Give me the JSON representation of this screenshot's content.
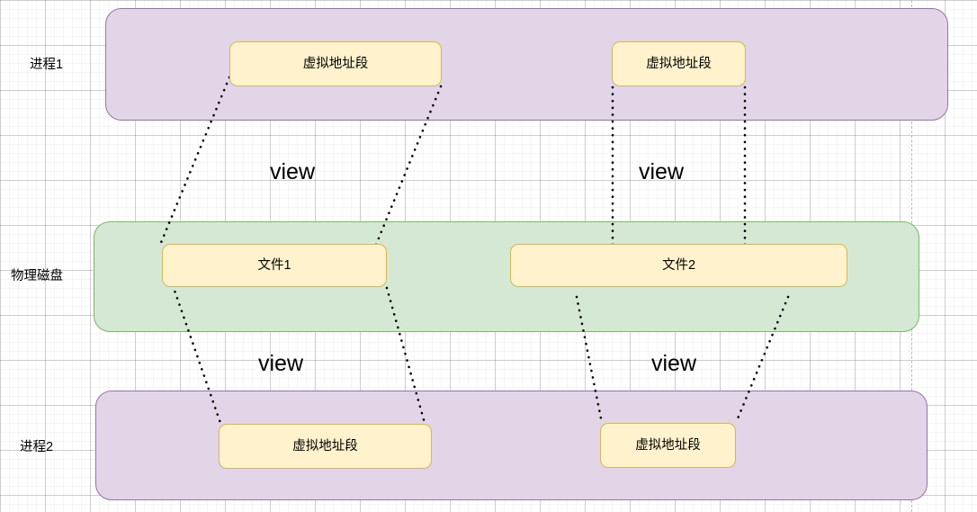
{
  "diagram": {
    "title_text_present": false,
    "lanes": [
      {
        "id": "process1",
        "label": "进程1",
        "kind": "process",
        "fill": "#e1d5e7",
        "stroke": "#9673a6"
      },
      {
        "id": "disk",
        "label": "物理磁盘",
        "kind": "disk",
        "fill": "#d5e8d4",
        "stroke": "#82b366"
      },
      {
        "id": "process2",
        "label": "进程2",
        "kind": "process",
        "fill": "#e1d5e7",
        "stroke": "#9673a6"
      }
    ],
    "nodes": [
      {
        "id": "p1-seg-a",
        "label": "虚拟地址段",
        "lane": "process1"
      },
      {
        "id": "p1-seg-b",
        "label": "虚拟地址段",
        "lane": "process1"
      },
      {
        "id": "file1",
        "label": "文件1",
        "lane": "disk"
      },
      {
        "id": "file2",
        "label": "文件2",
        "lane": "disk"
      },
      {
        "id": "p2-seg-a",
        "label": "虚拟地址段",
        "lane": "process2"
      },
      {
        "id": "p2-seg-b",
        "label": "虚拟地址段",
        "lane": "process2"
      }
    ],
    "edge_labels": [
      {
        "id": "view-top-left",
        "label": "view"
      },
      {
        "id": "view-top-right",
        "label": "view"
      },
      {
        "id": "view-bottom-left",
        "label": "view"
      },
      {
        "id": "view-bottom-right",
        "label": "view"
      }
    ],
    "node_fill": "#fff2cc",
    "node_stroke": "#d6b656",
    "edge_style": "dotted",
    "edge_color": "#000000"
  }
}
